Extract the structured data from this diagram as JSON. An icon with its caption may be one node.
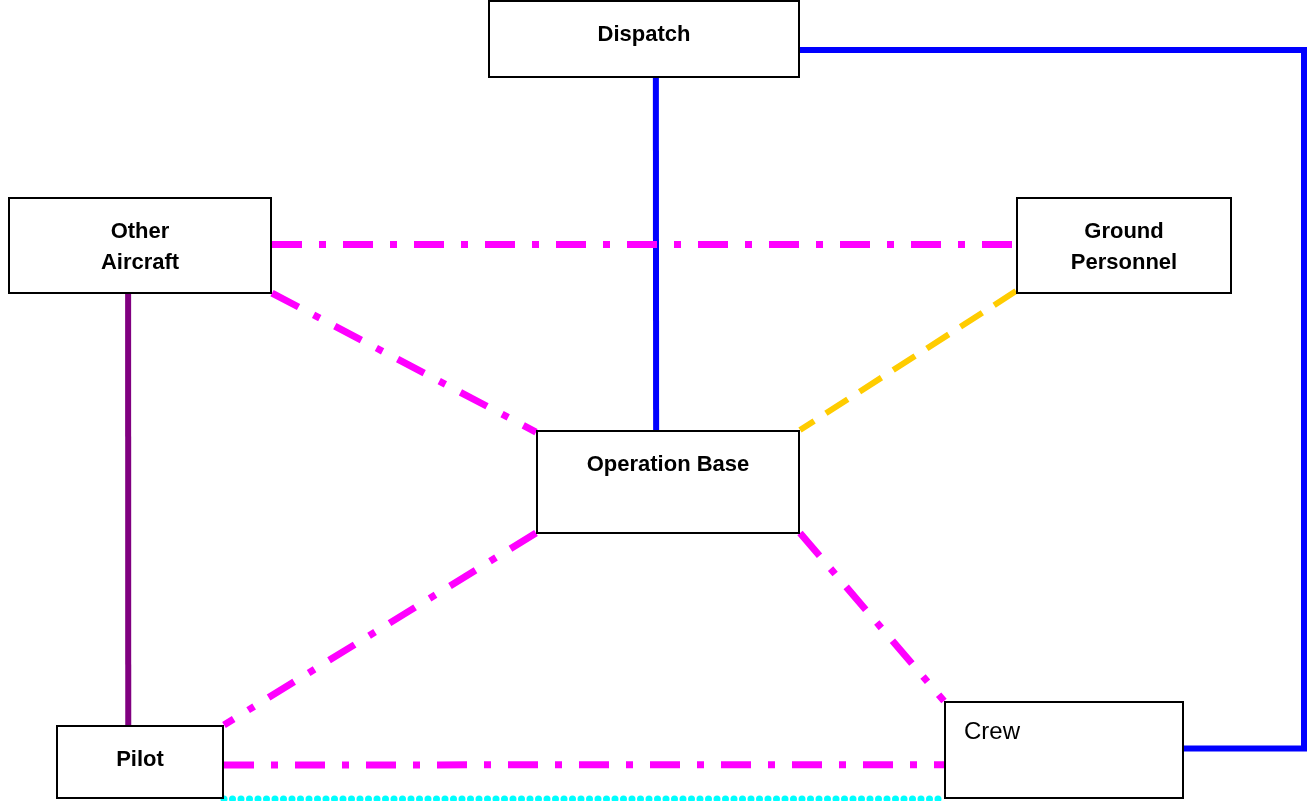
{
  "diagram": {
    "nodes": [
      {
        "text": [
          "Dispatch"
        ]
      },
      {
        "text": [
          "Other Aircraft"
        ]
      },
      {
        "text": [
          "Ground Personnel"
        ]
      },
      {
        "text": [
          "Operation Base"
        ]
      },
      {
        "text": [
          "Pilot"
        ]
      },
      {
        "text": [
          "Crew"
        ]
      }
    ],
    "edges": [
      {
        "from": 0,
        "to": 3,
        "arrow": "none",
        "color": "#0000ff"
      },
      {
        "from": 0,
        "to": 5,
        "arrow": "none",
        "color": "#0000ff"
      },
      {
        "from": 1,
        "to": 2,
        "arrow": "none",
        "style": "dashed"
      },
      {
        "from": 1,
        "to": 3,
        "arrow": "none",
        "style": "dashed"
      },
      {
        "from": 2,
        "to": 3,
        "arrow": "none",
        "style": "dashed",
        "color": "#ffcc00"
      },
      {
        "from": 1,
        "to": 4,
        "arrow": "none",
        "color": "#800080"
      },
      {
        "from": 3,
        "to": 4,
        "arrow": "none",
        "style": "dashed"
      },
      {
        "from": 3,
        "to": 5,
        "arrow": "none",
        "style": "dashed"
      },
      {
        "from": 4,
        "to": 5,
        "arrow": "none",
        "style": "dashed"
      },
      {
        "from": 4,
        "to": 5,
        "arrow": "none",
        "style": "dashed",
        "color": "#00ffff"
      }
    ]
  }
}
